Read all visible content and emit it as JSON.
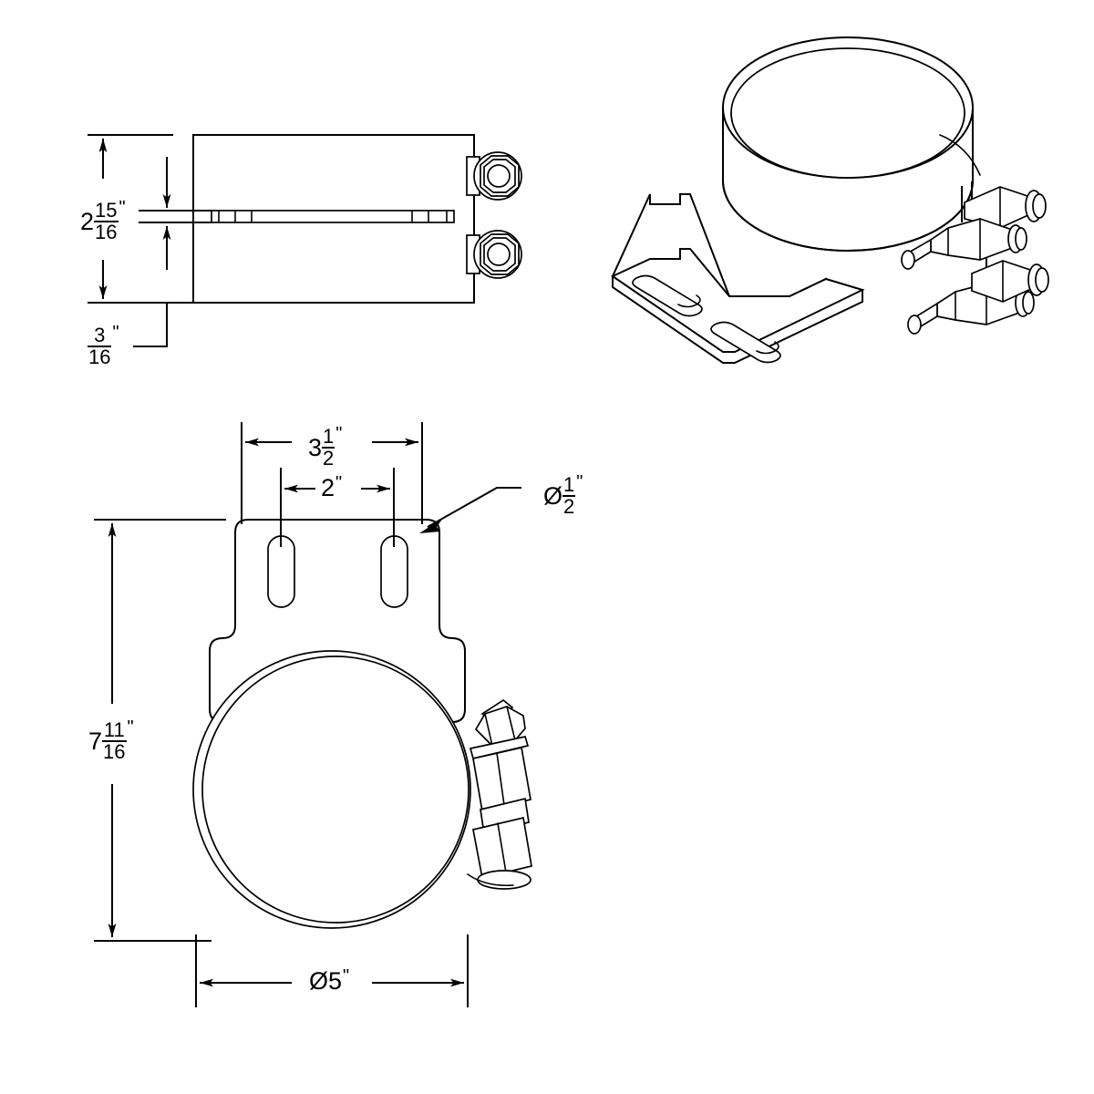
{
  "document": {
    "type": "technical-engineering-drawing",
    "subject": "Pipe clamp bracket with two bolt fasteners",
    "background_color": "#ffffff",
    "line_color": "#000000",
    "views": [
      "side-elevation",
      "isometric",
      "plan-bottom"
    ]
  },
  "dimensions": {
    "band_width": {
      "id": "dim-band-width",
      "whole": "2",
      "numerator": "15",
      "denominator": "16",
      "unit": "\"",
      "full_text": "2 15/16\"",
      "view": "side-elevation",
      "orientation": "vertical"
    },
    "slot_thickness": {
      "id": "dim-slot-thickness",
      "whole": "",
      "numerator": "3",
      "denominator": "16",
      "unit": "\"",
      "full_text": "3/16\"",
      "view": "side-elevation",
      "orientation": "vertical"
    },
    "bracket_width": {
      "id": "dim-bracket-width",
      "whole": "3",
      "numerator": "1",
      "denominator": "2",
      "unit": "\"",
      "full_text": "3 1/2\"",
      "view": "plan-bottom",
      "orientation": "horizontal"
    },
    "slot_spacing": {
      "id": "dim-slot-spacing",
      "whole": "2",
      "numerator": "",
      "denominator": "",
      "unit": "\"",
      "full_text": "2\"",
      "view": "plan-bottom",
      "orientation": "horizontal"
    },
    "slot_diameter": {
      "id": "dim-slot-diameter",
      "symbol": "Ø",
      "whole": "",
      "numerator": "1",
      "denominator": "2",
      "unit": "\"",
      "full_text": "Ø1/2\"",
      "view": "plan-bottom",
      "orientation": "leader"
    },
    "overall_height": {
      "id": "dim-overall-height",
      "whole": "7",
      "numerator": "11",
      "denominator": "16",
      "unit": "\"",
      "full_text": "7 11/16\"",
      "view": "plan-bottom",
      "orientation": "vertical"
    },
    "clamp_diameter": {
      "id": "dim-clamp-diameter",
      "symbol": "Ø",
      "whole": "5",
      "numerator": "",
      "denominator": "",
      "unit": "\"",
      "full_text": "Ø5\"",
      "view": "plan-bottom",
      "orientation": "horizontal"
    }
  },
  "parts": {
    "side_view": {
      "name": "side-elevation-view",
      "band_body": "rectangular clamp band profile",
      "slot": "horizontal band slot",
      "fasteners": 2,
      "fastener_name": "hex-nut-end-view"
    },
    "iso_view": {
      "name": "isometric-view",
      "cylinder": "clamp band cylinder",
      "mounting_plate": "flat mounting bracket plate",
      "mounting_slots": 2,
      "bolt_assemblies": 2
    },
    "plan_view": {
      "name": "plan-bottom-view",
      "mounting_plate": "bracket plate outline",
      "mounting_slots": 2,
      "clamp_ring": "clamp band ring",
      "bolt_assembly": "tensioning bolt with hex nut"
    }
  }
}
